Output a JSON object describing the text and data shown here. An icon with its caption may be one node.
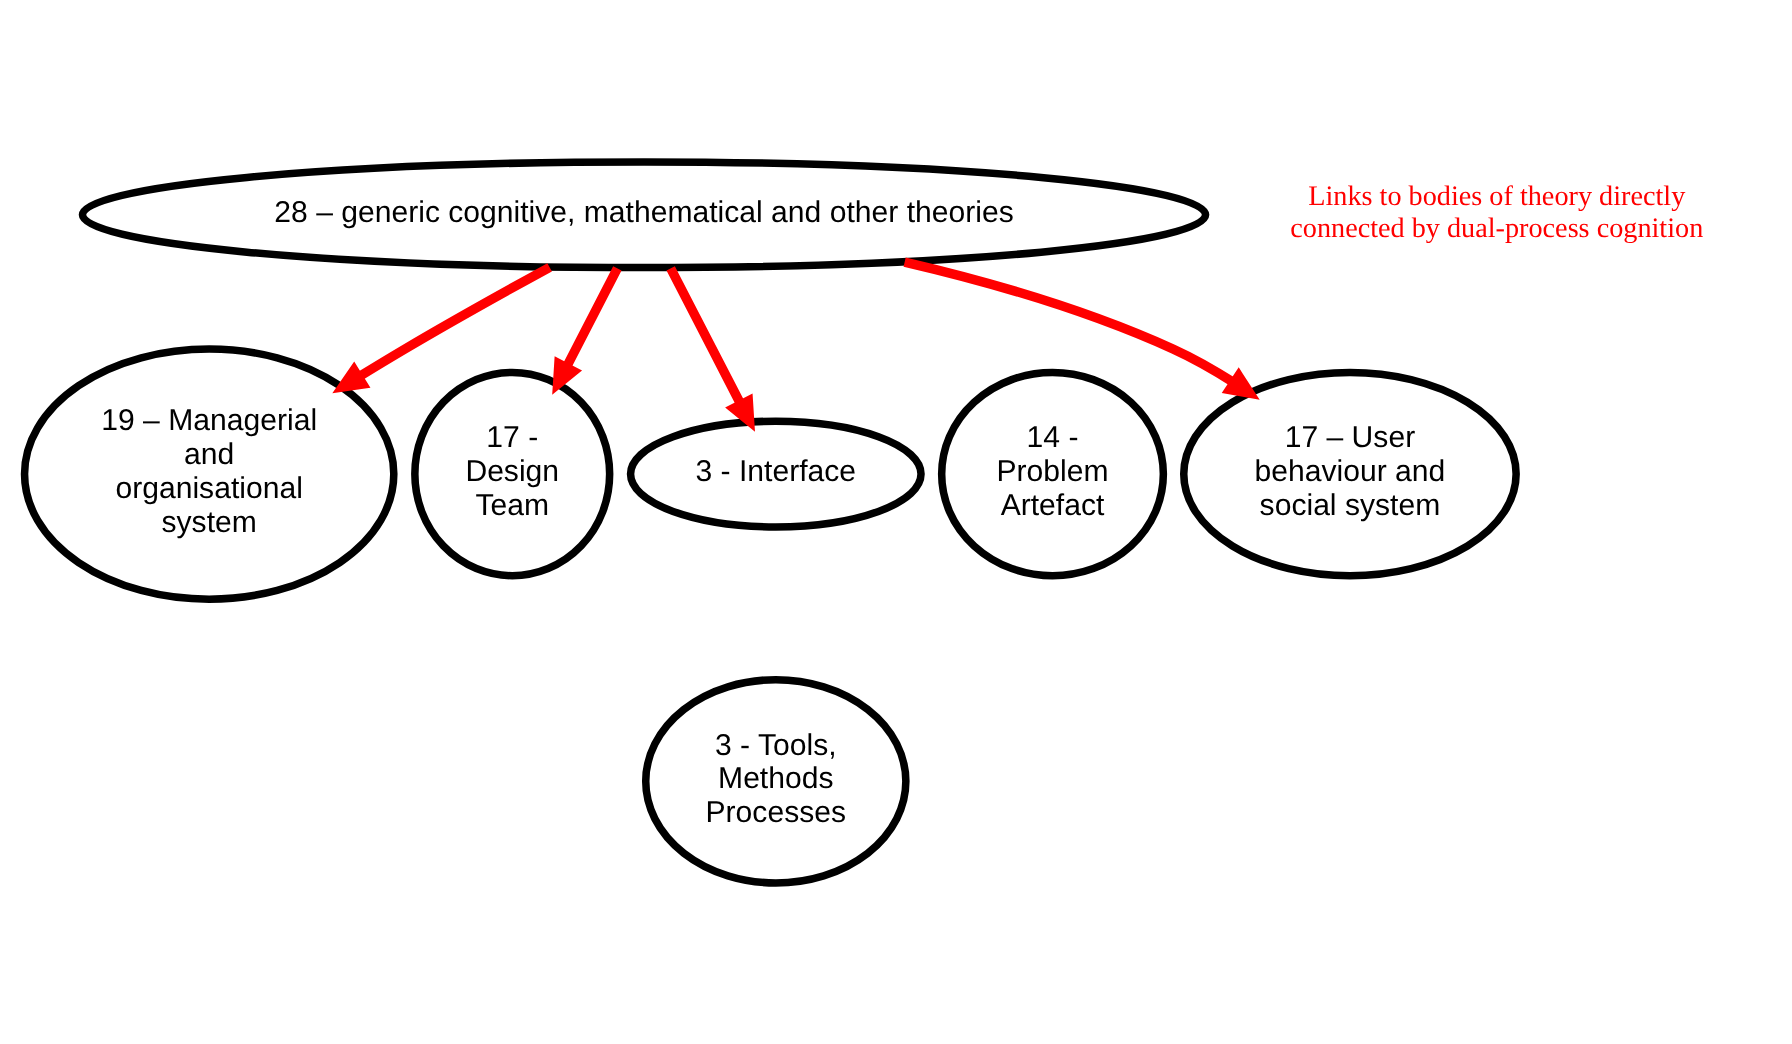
{
  "diagram": {
    "nodes": [
      {
        "text": [
          "28 – generic cognitive, mathematical and other theories"
        ]
      },
      {
        "text": [
          "19 – Managerial and organisational system"
        ]
      },
      {
        "text": [
          "17 - Design Team"
        ]
      },
      {
        "text": [
          "14 - Problem Artefact"
        ]
      },
      {
        "text": [
          "3 - Interface"
        ]
      },
      {
        "text": [
          "3 - Tools, Methods Processes"
        ]
      },
      {
        "text": [
          "17 – User behaviour and social system"
        ]
      }
    ],
    "edges": [
      {
        "from": 0,
        "to": 1,
        "arrow": "to"
      },
      {
        "from": 0,
        "to": 2,
        "arrow": "to"
      },
      {
        "from": 0,
        "to": 4,
        "arrow": "to"
      },
      {
        "from": 0,
        "to": 6,
        "arrow": "to"
      }
    ],
    "labels": [
      "Links to bodies of theory directly connected by dual-process cognition"
    ]
  }
}
